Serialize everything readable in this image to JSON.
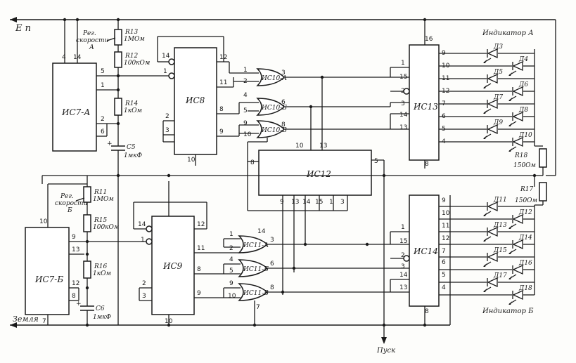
{
  "labels": {
    "supply": "E п",
    "ground": "Земля",
    "start": "Пуск",
    "indicator_a": "Индикатор А",
    "indicator_b": "Индикатор Б",
    "speed_a_1": "Рег.",
    "speed_a_2": "скорости",
    "speed_a_3": "А",
    "speed_b_1": "Рег.",
    "speed_b_2": "скорости",
    "speed_b_3": "Б"
  },
  "chips": {
    "ic7a": "ИС7-А",
    "ic7b": "ИС7-Б",
    "ic8": "ИС8",
    "ic9": "ИС9",
    "ic12": "ИС12",
    "ic13": "ИС13",
    "ic14": "ИС14",
    "g10a": "ИС10-А",
    "g10b": "ИС10-Б",
    "g10c": "ИС10-В",
    "g11a": "ИС11-А",
    "g11b": "ИС11-Б",
    "g11c": "ИС11-В"
  },
  "components": {
    "r13": "R13",
    "r13v": "1МОм",
    "r12": "R12",
    "r12v": "100кОм",
    "r14": "R14",
    "r14v": "1кОм",
    "c5": "C5",
    "c5v": "1мкФ",
    "r11": "R11",
    "r11v": "1МОм",
    "r15": "R15",
    "r15v": "100кОм",
    "r16": "R16",
    "r16v": "1кОм",
    "c6": "C6",
    "c6v": "1мкФ",
    "r18": "R18",
    "r18v": "150Ом",
    "r17": "R17",
    "r17v": "150Ом"
  },
  "diodes_a": [
    "Д3",
    "Д4",
    "Д5",
    "Д6",
    "Д7",
    "Д8",
    "Д9",
    "Д10"
  ],
  "diodes_b": [
    "Д11",
    "Д12",
    "Д13",
    "Д14",
    "Д15",
    "Д16",
    "Д17",
    "Д18"
  ],
  "pins": {
    "ic7a": [
      "4",
      "14",
      "5",
      "1",
      "2",
      "6"
    ],
    "ic7b": [
      "10",
      "9",
      "13",
      "12",
      "8",
      "7"
    ],
    "ic8": [
      "14",
      "1",
      "12",
      "11",
      "2",
      "3",
      "8",
      "9",
      "10"
    ],
    "ic9": [
      "14",
      "1",
      "12",
      "11",
      "8",
      "2",
      "3",
      "9",
      "10"
    ],
    "g10": [
      "1",
      "2",
      "3",
      "4",
      "5",
      "6",
      "9",
      "10",
      "8"
    ],
    "g11": [
      "1",
      "2",
      "14",
      "3",
      "4",
      "5",
      "6",
      "9",
      "10",
      "8",
      "7"
    ],
    "ic12": [
      "8",
      "10",
      "13",
      "9",
      "13",
      "14",
      "15",
      "1",
      "3",
      "5"
    ],
    "ic13": [
      "16",
      "1",
      "15",
      "2",
      "3",
      "14",
      "13",
      "8",
      "9",
      "10",
      "11",
      "12",
      "7",
      "6",
      "5",
      "4"
    ],
    "ic14": [
      "1",
      "15",
      "2",
      "3",
      "14",
      "13",
      "8",
      "9",
      "10",
      "11",
      "12",
      "7",
      "6",
      "5",
      "4"
    ]
  }
}
